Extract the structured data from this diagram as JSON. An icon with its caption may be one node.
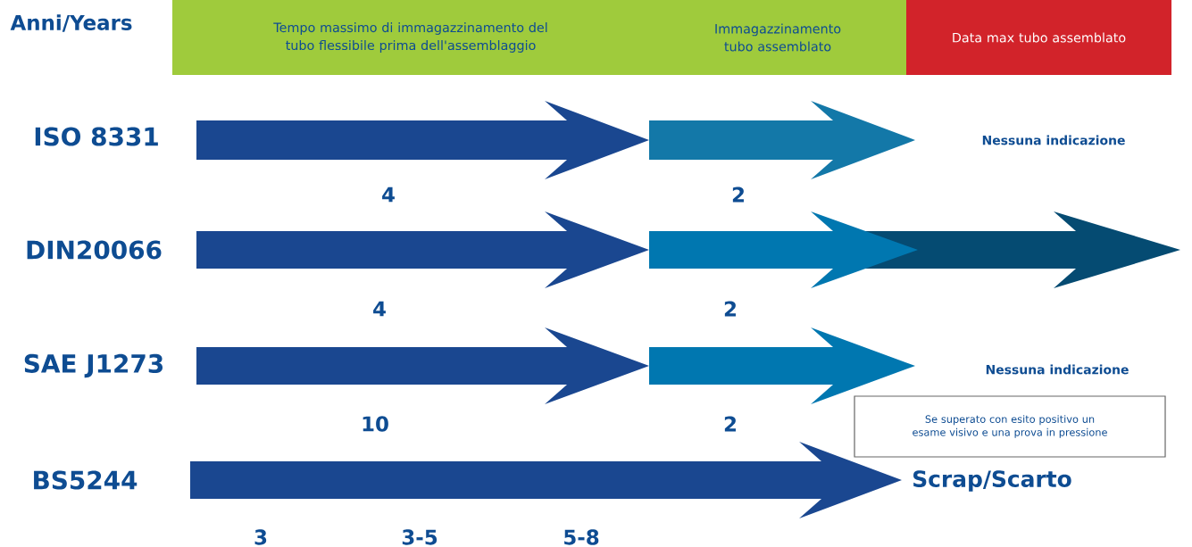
{
  "diagram": {
    "nodes": [
      {
        "text": [
          "Tempo massimo di immagazzinamento del tubo flessibile prima dell'assemblaggio"
        ]
      },
      {
        "text": [
          "Immagazzinamento tubo assemblato"
        ]
      },
      {
        "text": [
          "Data max tubo assemblato"
        ]
      },
      {
        "text": [
          "Se superato con esito positivo un esame visivo e una prova in pressione"
        ]
      }
    ],
    "labels": [
      "Anni/Years",
      "ISO 8331",
      "Nessuna indicazione",
      "4",
      "2",
      "DIN20066",
      "4",
      "2",
      "SAE  J1273",
      "Nessuna indicazione",
      "10",
      "2",
      "BS5244",
      "Scrap/Scarto",
      "3",
      "3-5",
      "5-8"
    ]
  }
}
